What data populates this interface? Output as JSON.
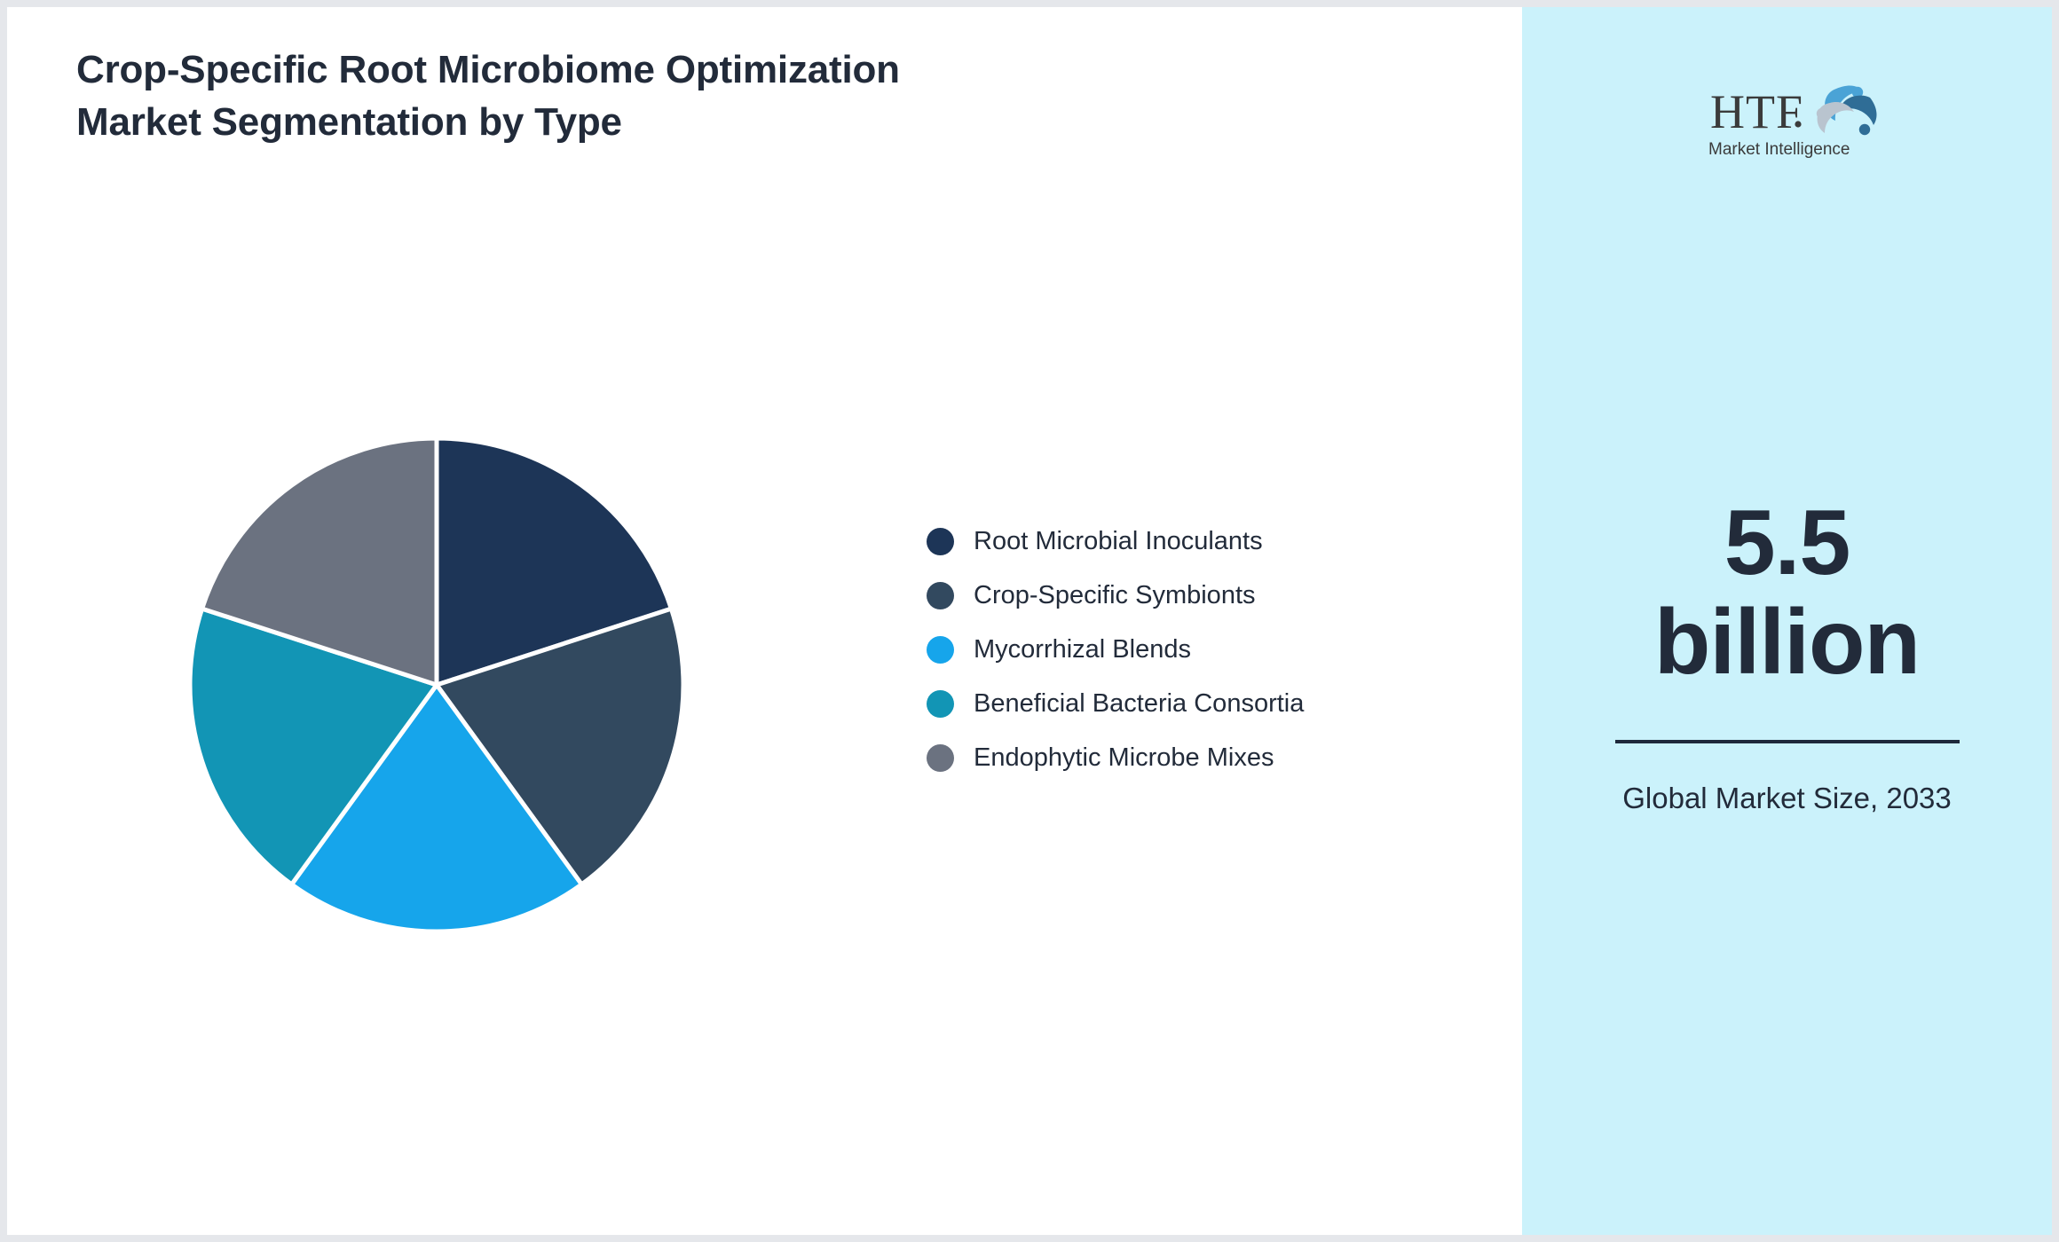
{
  "card": {
    "background": "#ffffff",
    "page_background": "#e5e7eb"
  },
  "chart_panel": {
    "title": "Crop-Specific Root Microbiome Optimization Market Segmentation by Type"
  },
  "chart_data": {
    "type": "pie",
    "title": "Crop-Specific Root Microbiome Optimization Market Segmentation by Type",
    "xlabel": "",
    "ylabel": "",
    "legend_position": "right",
    "grid": false,
    "start_angle_deg": 0,
    "direction": "clockwise",
    "categories": [
      "Root Microbial Inoculants",
      "Crop-Specific Symbionts",
      "Mycorrhizal Blends",
      "Beneficial Bacteria Consortia",
      "Endophytic Microbe Mixes"
    ],
    "values": [
      20,
      20,
      20,
      20,
      20
    ],
    "units": "percent",
    "colors": [
      "#1d3557",
      "#32495f",
      "#16a5eb",
      "#1295b5",
      "#6b7280"
    ],
    "slices": [
      {
        "label": "Root Microbial Inoculants",
        "value": 20,
        "color": "#1d3557",
        "start_deg": 0,
        "end_deg": 72
      },
      {
        "label": "Crop-Specific Symbionts",
        "value": 20,
        "color": "#32495f",
        "start_deg": 72,
        "end_deg": 144
      },
      {
        "label": "Mycorrhizal Blends",
        "value": 20,
        "color": "#16a5eb",
        "start_deg": 144,
        "end_deg": 216
      },
      {
        "label": "Beneficial Bacteria Consortia",
        "value": 20,
        "color": "#1295b5",
        "start_deg": 216,
        "end_deg": 288
      },
      {
        "label": "Endophytic Microbe Mixes",
        "value": 20,
        "color": "#6b7280",
        "start_deg": 288,
        "end_deg": 360
      }
    ]
  },
  "legend": {
    "items": [
      {
        "label": "Root Microbial Inoculants",
        "color": "#1d3557"
      },
      {
        "label": "Crop-Specific Symbionts",
        "color": "#32495f"
      },
      {
        "label": "Mycorrhizal Blends",
        "color": "#16a5eb"
      },
      {
        "label": "Beneficial Bacteria Consortia",
        "color": "#1295b5"
      },
      {
        "label": "Endophytic Microbe Mixes",
        "color": "#6b7280"
      }
    ]
  },
  "stat_panel": {
    "background": "#cbf2fb",
    "logo": {
      "icon": "htf-market-intelligence-logo",
      "wordmark": "HTF",
      "tagline": "Market Intelligence"
    },
    "value": "5.5\nbillion",
    "caption": "Global Market Size, 2033",
    "divider_color": "#1e293b"
  }
}
